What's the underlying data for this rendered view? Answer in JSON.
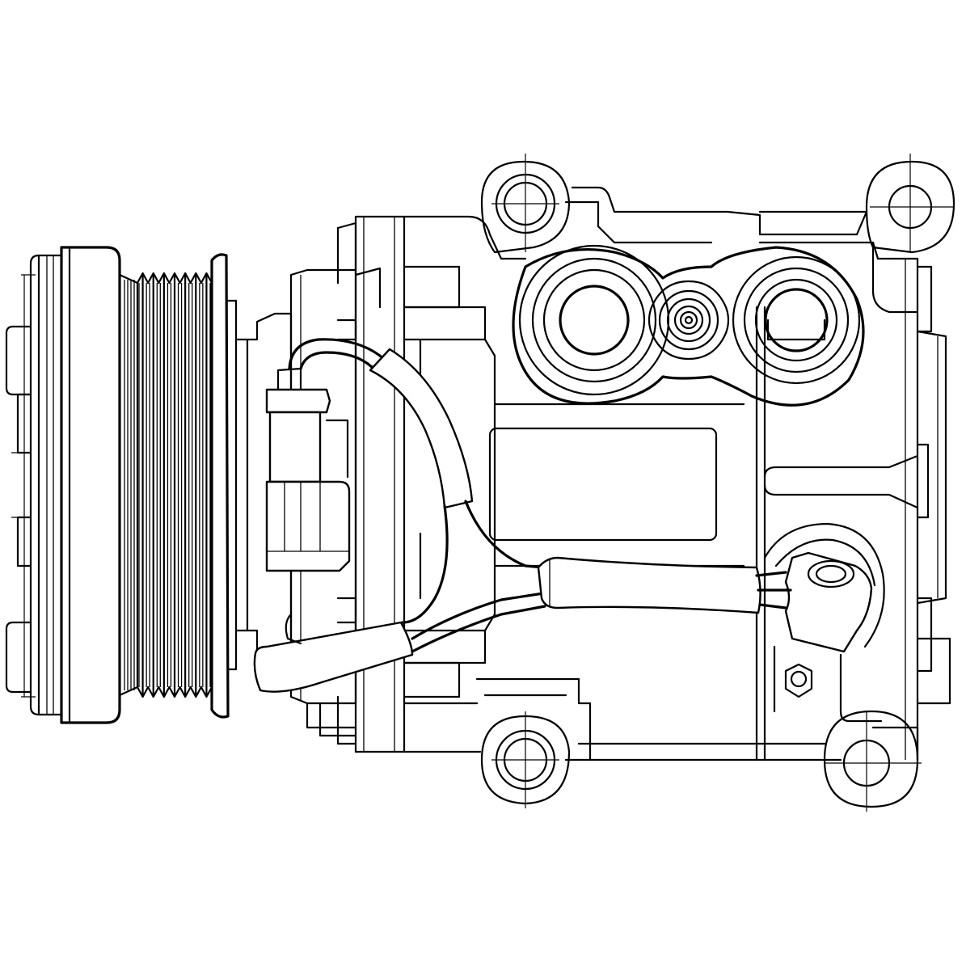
{
  "drawing": {
    "background": "#ffffff",
    "stroke": "#000000",
    "pulley_grooves": 7,
    "mounting_lug_icons": [
      "mount-lug-top-left",
      "mount-lug-top-right",
      "mount-lug-bottom-left",
      "mount-lug-bottom-right"
    ]
  }
}
